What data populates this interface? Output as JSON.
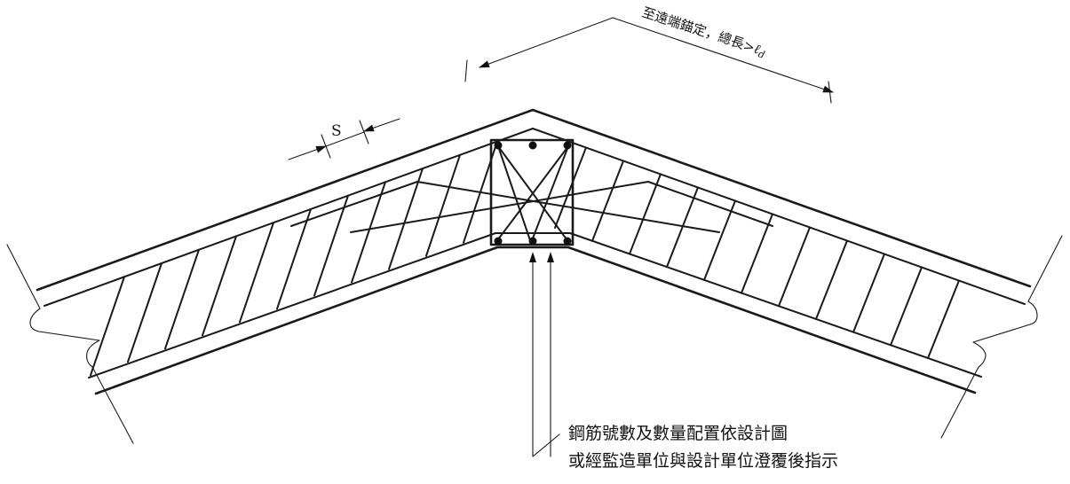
{
  "labels": {
    "spacing": "S",
    "anchorage_prefix": "至遠端錨定，總長>",
    "anchorage_symbol": "ℓ",
    "anchorage_subscript": "d",
    "note_line1": "鋼筋號數及數量配置依設計圖",
    "note_line2": "或經監造單位與設計單位澄覆後指示"
  }
}
